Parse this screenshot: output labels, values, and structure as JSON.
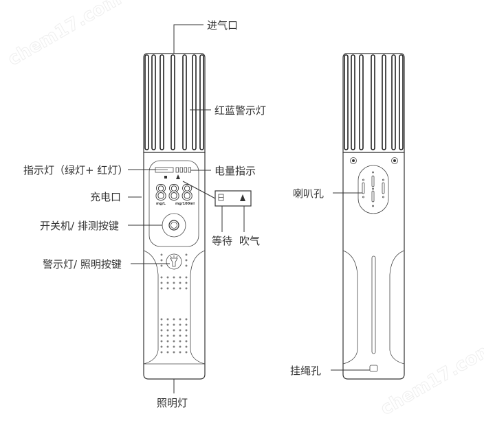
{
  "watermark": {
    "text": "chem17.com"
  },
  "front_view": {
    "labels": {
      "air_inlet": "进气口",
      "red_blue_warning_light": "红蓝警示灯",
      "indicator_light": "指示灯（绿灯+ 红灯）",
      "battery_indicator": "电量指示",
      "charging_port": "充电口",
      "power_exhaust_button": "开关机/ 排测按键",
      "warning_lighting_button": "警示灯/ 照明按键",
      "lighting_lamp": "照明灯",
      "wait": "等待",
      "blow": "吹气"
    },
    "lcd": {
      "digits": "888",
      "unit_left": "mg/L",
      "unit_right": "mg/100ml",
      "battery_bars": 4
    },
    "icons": [
      "hourglass-wait-icon",
      "blow-person-icon",
      "flashlight-icon",
      "power-button-icon"
    ]
  },
  "back_view": {
    "labels": {
      "speaker_hole": "喇叭孔",
      "lanyard_hole": "挂绳孔"
    }
  }
}
